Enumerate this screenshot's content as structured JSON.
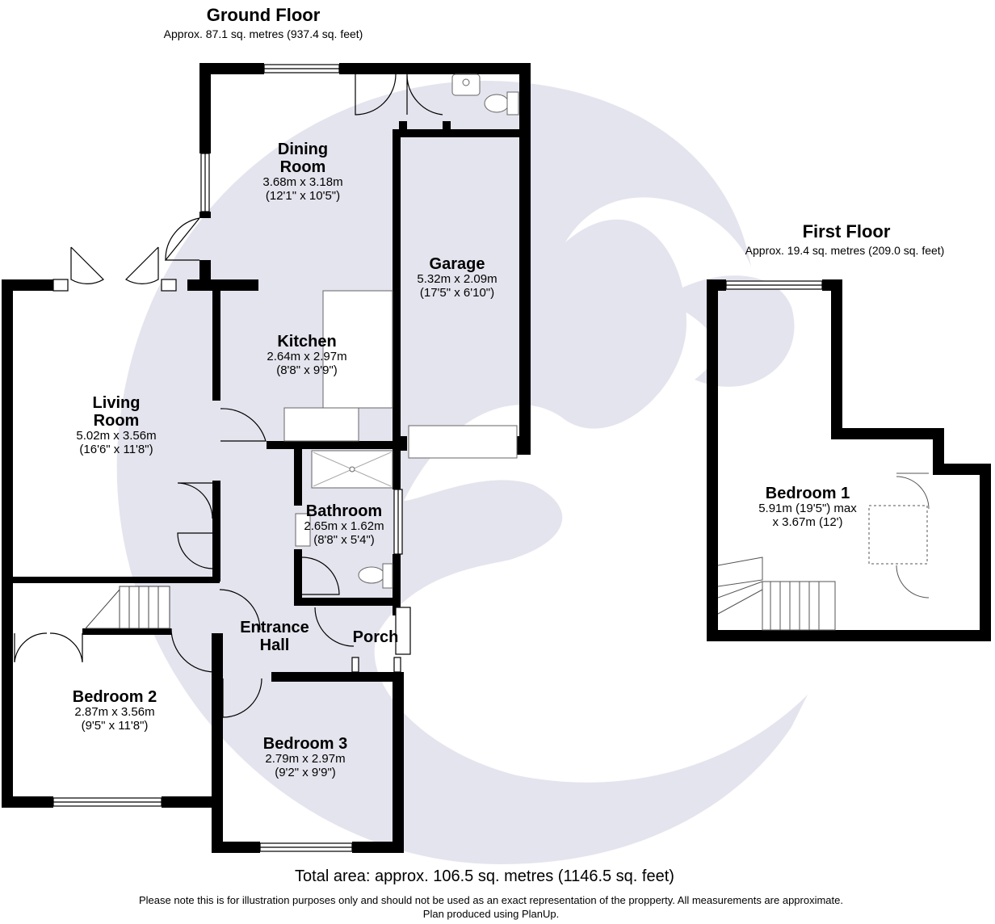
{
  "ground_floor": {
    "title": "Ground Floor",
    "area": "Approx. 87.1 sq. metres (937.4 sq. feet)",
    "rooms": {
      "dining": {
        "name_line1": "Dining",
        "name_line2": "Room",
        "dim_metric": "3.68m x 3.18m",
        "dim_imperial": "(12'1\" x 10'5\")"
      },
      "garage": {
        "name": "Garage",
        "dim_metric": "5.32m x 2.09m",
        "dim_imperial": "(17'5\" x 6'10\")"
      },
      "kitchen": {
        "name": "Kitchen",
        "dim_metric": "2.64m x 2.97m",
        "dim_imperial": "(8'8\" x 9'9\")"
      },
      "living": {
        "name_line1": "Living",
        "name_line2": "Room",
        "dim_metric": "5.02m x 3.56m",
        "dim_imperial": "(16'6\" x 11'8\")"
      },
      "bathroom": {
        "name": "Bathroom",
        "dim_metric": "2.65m x 1.62m",
        "dim_imperial": "(8'8\" x 5'4\")"
      },
      "entrance": {
        "name_line1": "Entrance",
        "name_line2": "Hall"
      },
      "porch": {
        "name": "Porch"
      },
      "bedroom2": {
        "name": "Bedroom 2",
        "dim_metric": "2.87m x 3.56m",
        "dim_imperial": "(9'5\" x 11'8\")"
      },
      "bedroom3": {
        "name": "Bedroom 3",
        "dim_metric": "2.79m x 2.97m",
        "dim_imperial": "(9'2\" x 9'9\")"
      }
    }
  },
  "first_floor": {
    "title": "First Floor",
    "area": "Approx. 19.4 sq. metres (209.0 sq. feet)",
    "rooms": {
      "bedroom1": {
        "name": "Bedroom 1",
        "dim_line1": "5.91m (19'5\") max",
        "dim_line2": "x 3.67m (12')"
      }
    }
  },
  "footer": {
    "total": "Total area: approx. 106.5 sq. metres (1146.5 sq. feet)",
    "disclaimer": "Please note this is for illustration purposes only and should not be used as an exact representation of the propperty. All measurements are approximate.",
    "produced": "Plan produced using PlanUp."
  },
  "colors": {
    "wall": "#000000",
    "watermark": "#e4e4ee",
    "fixture": "#777777"
  },
  "icons": {
    "watermark": "logo-watermark"
  }
}
